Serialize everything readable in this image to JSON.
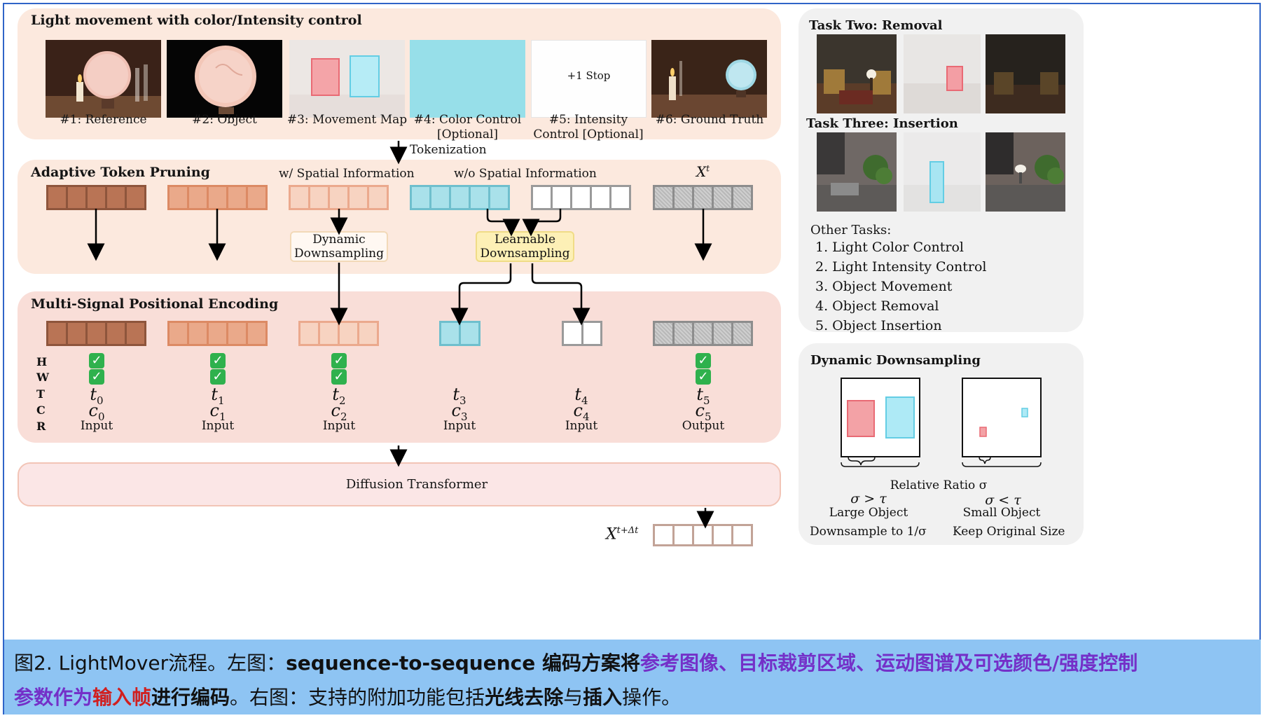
{
  "top": {
    "title": "Light movement with color/Intensity control",
    "items": [
      {
        "label": "#1: Reference"
      },
      {
        "label": "#2: Object"
      },
      {
        "label": "#3: Movement Map"
      },
      {
        "label": "#4: Color Control\n[Optional]"
      },
      {
        "label": "#5: Intensity\nControl [Optional]",
        "inner": "+1 Stop"
      },
      {
        "label": "#6: Ground Truth"
      }
    ],
    "tokenization": "Tokenization"
  },
  "pruning": {
    "title": "Adaptive Token Pruning",
    "with_spatial": "w/ Spatial Information",
    "without_spatial": "w/o Spatial Information",
    "xt": "X",
    "xt_sup": "t",
    "dynamic_box": "Dynamic\nDownsampling",
    "learnable_box": "Learnable\nDownsampling"
  },
  "encoding": {
    "title": "Multi-Signal Positional Encoding",
    "rows": [
      "H",
      "W",
      "T",
      "C",
      "R"
    ],
    "columns": [
      {
        "t": "t",
        "t_sub": "0",
        "c": "c",
        "c_sub": "0",
        "r": "Input"
      },
      {
        "t": "t",
        "t_sub": "1",
        "c": "c",
        "c_sub": "1",
        "r": "Input"
      },
      {
        "t": "t",
        "t_sub": "2",
        "c": "c",
        "c_sub": "2",
        "r": "Input"
      },
      {
        "t": "t",
        "t_sub": "3",
        "c": "c",
        "c_sub": "3",
        "r": "Input"
      },
      {
        "t": "t",
        "t_sub": "4",
        "c": "c",
        "c_sub": "4",
        "r": "Input"
      },
      {
        "t": "t",
        "t_sub": "5",
        "c": "c",
        "c_sub": "5",
        "r": "Output"
      }
    ],
    "check": "✓"
  },
  "transformer": {
    "label": "Diffusion Transformer",
    "out": "X",
    "out_sup": "t+Δt"
  },
  "right": {
    "task_two": "Task Two:  Removal",
    "task_three": "Task Three:  Insertion",
    "other_title": "Other Tasks:",
    "other_tasks": [
      "1.  Light Color Control",
      "2.  Light Intensity Control",
      "3.  Object Movement",
      "4.  Object Removal",
      "5.  Object Insertion"
    ],
    "dd_title": "Dynamic Downsampling",
    "relative_ratio": "Relative Ratio σ",
    "left_cond": "σ > τ",
    "left_name": "Large Object",
    "left_action": "Downsample to 1/σ",
    "right_cond": "σ < τ",
    "right_name": "Small Object",
    "right_action": "Keep Original Size"
  },
  "caption": {
    "l1_a": "图2. LightMover流程。左图：",
    "l1_b": "sequence-to-sequence 编码方案将",
    "l1_c": "参考图像、目标裁剪区域、运动图谱及可选颜色/强度控制",
    "l2_a": "参数作为",
    "l2_b": "输入帧",
    "l2_c": "进行编码",
    "l2_d": "。右图：支持的附加功能包括",
    "l2_e": "光线去除",
    "l2_f": "与",
    "l2_g": "插入",
    "l2_h": "操作。"
  },
  "colors": {
    "brown": "#a7664a",
    "brown_fill": "#b97455",
    "tan": "#e29a76",
    "tan_fill": "#eaa98a",
    "light": "#e9a88d",
    "light_fill": "#f6d2bf",
    "cyan": "#7fc9d6",
    "cyan_fill": "#a8e1ea",
    "gray_border": "#9a9a9a",
    "red_box": "#f2a3a6",
    "cyan_box": "#a8e7f4"
  }
}
